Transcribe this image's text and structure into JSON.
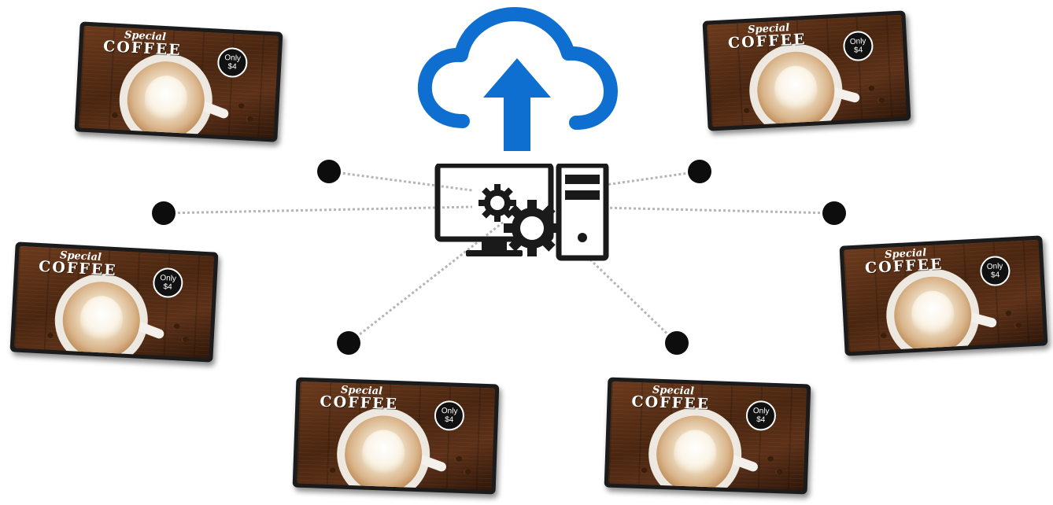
{
  "diagram": {
    "hub": {
      "cloud_icon": "cloud-upload-icon",
      "computer_icon": "computer-server-gears-icon",
      "colors": {
        "cloud": "#0e6fd1",
        "hub": "#1a1a1a",
        "node": "#0d0d0d",
        "connector": "#b5b5b5"
      }
    },
    "displays": [
      {
        "script": "Special",
        "headline": "COFFEE",
        "badge_line1": "Only",
        "badge_line2": "$4"
      },
      {
        "script": "Special",
        "headline": "COFFEE",
        "badge_line1": "Only",
        "badge_line2": "$4"
      },
      {
        "script": "Special",
        "headline": "COFFEE",
        "badge_line1": "Only",
        "badge_line2": "$4"
      },
      {
        "script": "Special",
        "headline": "COFFEE",
        "badge_line1": "Only",
        "badge_line2": "$4"
      },
      {
        "script": "Special",
        "headline": "COFFEE",
        "badge_line1": "Only",
        "badge_line2": "$4"
      },
      {
        "script": "Special",
        "headline": "COFFEE",
        "badge_line1": "Only",
        "badge_line2": "$4"
      }
    ]
  }
}
